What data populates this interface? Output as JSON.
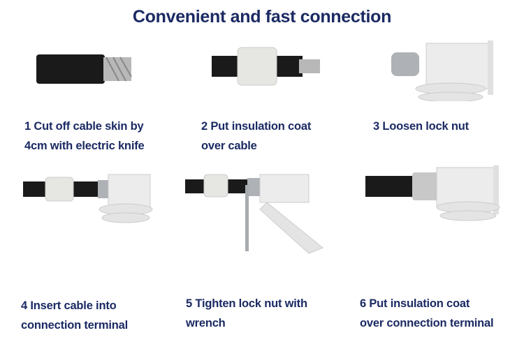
{
  "title": "Convenient and fast connection",
  "steps": [
    {
      "line1": "1 Cut off cable skin by",
      "line2": "4cm with electric knife"
    },
    {
      "line1": "2 Put insulation coat",
      "line2": "over cable"
    },
    {
      "line1": "3 Loosen lock nut"
    },
    {
      "line1": "4 Insert cable into",
      "line2": "connection terminal"
    },
    {
      "line1": "5 Tighten lock nut with",
      "line2": "wrench"
    },
    {
      "line1": "6 Put insulation coat",
      "line2": "over connection terminal"
    }
  ]
}
